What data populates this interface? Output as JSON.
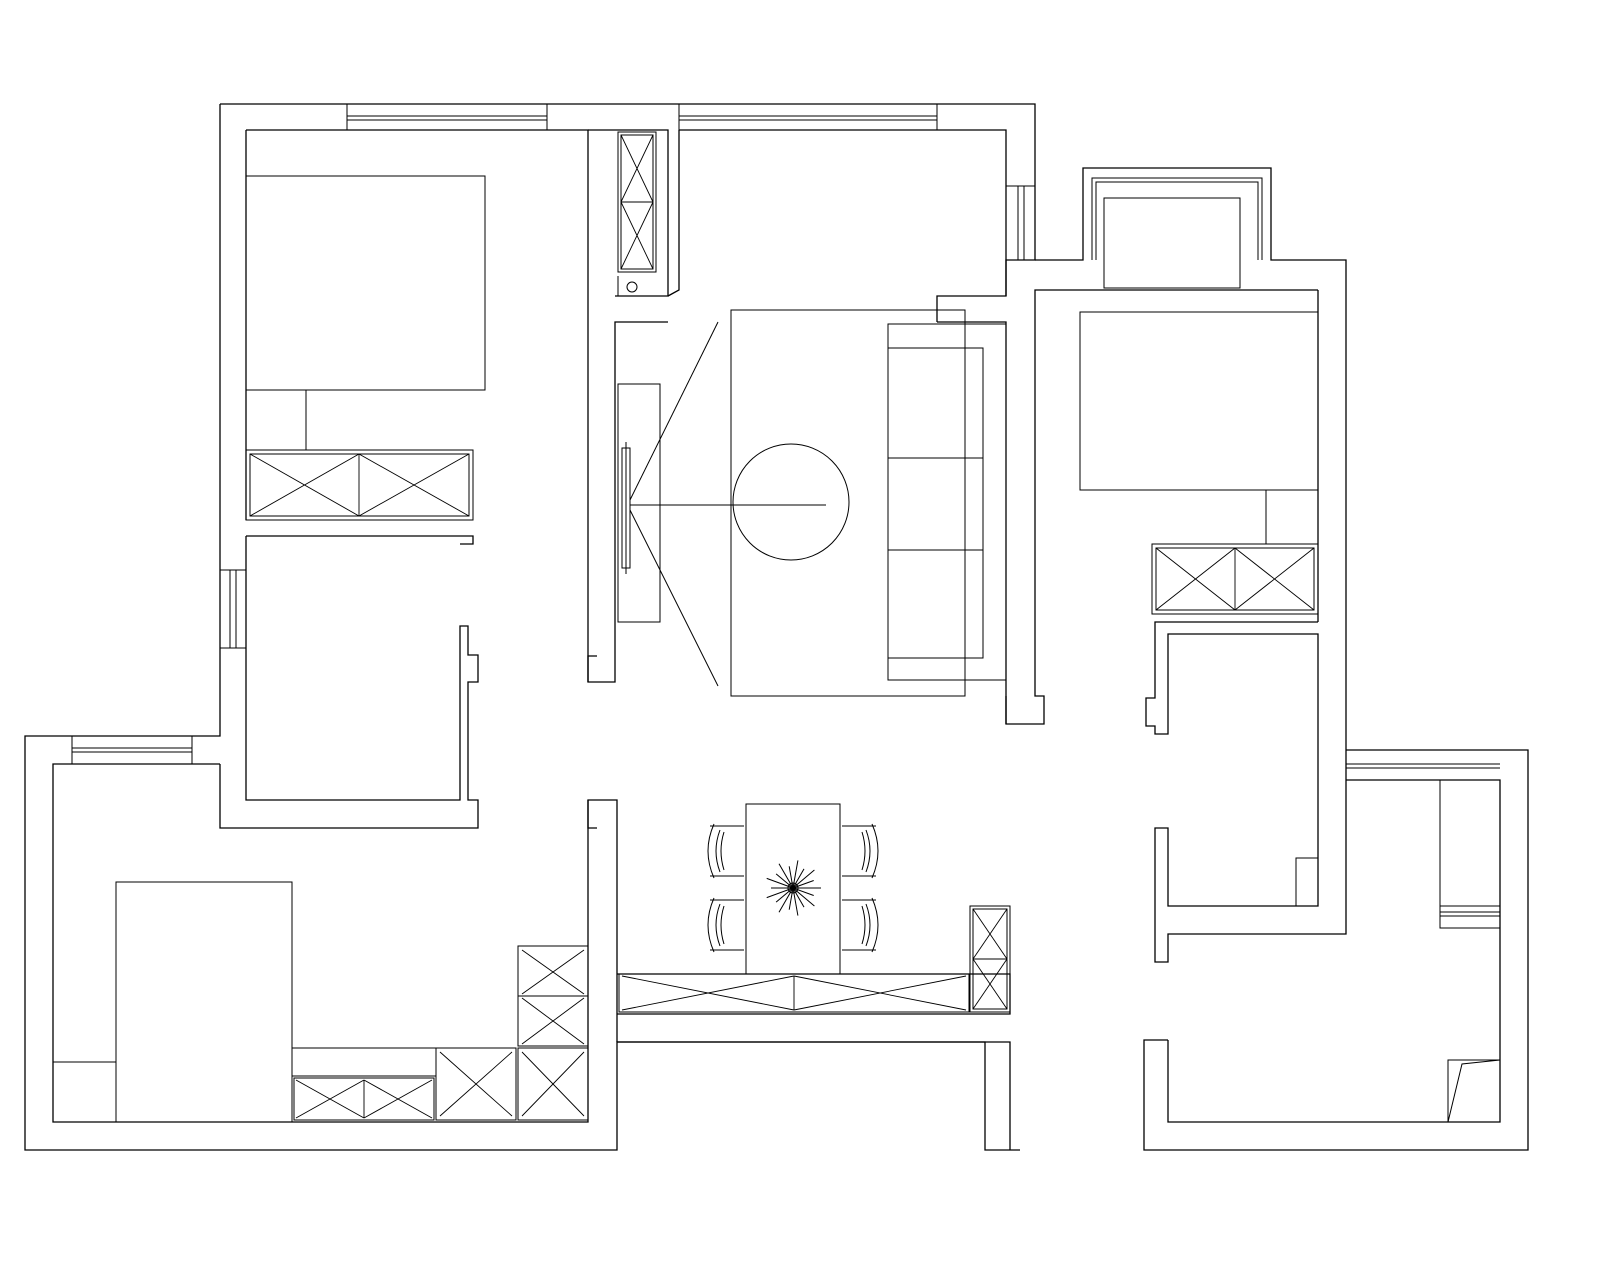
{
  "diagram": {
    "type": "architectural-floor-plan",
    "style": "black line drawing on white",
    "text_labels": []
  },
  "colors": {
    "background": "#ffffff",
    "line": "#000000"
  },
  "rooms": [
    "bedroom-upper-left",
    "closet-left",
    "living-room",
    "bedroom-upper-right",
    "closet-right",
    "bedroom-lower-left",
    "dining-area",
    "balcony-lower-right"
  ],
  "furniture_icons": [
    "double-bed-icon",
    "wardrobe-icon",
    "tv-cabinet-icon",
    "sofa-icon",
    "round-coffee-table-icon",
    "dining-table-icon",
    "dining-chair-icon",
    "flower-centerpiece-icon",
    "storage-cabinet-icon",
    "window-icon"
  ]
}
